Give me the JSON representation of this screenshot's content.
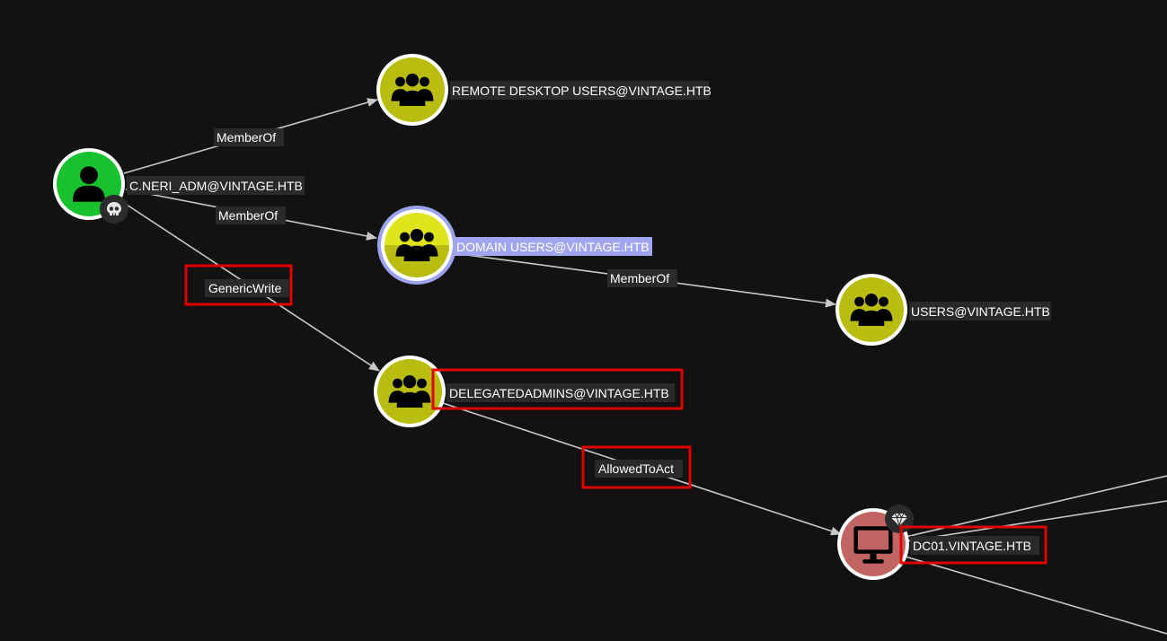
{
  "colors": {
    "background": "#121213",
    "user_node": "#17c22e",
    "group_node": "#b8bd10",
    "group_node_selected": "#dfe51a",
    "computer_node": "#c06464",
    "selected_ring": "#9da2ee",
    "selected_label_bg": "#a0a5f0",
    "label_bg": "#2a2a2c",
    "edge": "#c8c8c8",
    "highlight_box": "#e00000"
  },
  "nodes": {
    "c_neri_adm": {
      "label": "C.NERI_ADM@VINTAGE.HTB",
      "icon": "user-icon",
      "badge_icon": "skull-icon",
      "type": "User"
    },
    "remote_desktop_users": {
      "label": "REMOTE DESKTOP USERS@VINTAGE.HTB",
      "icon": "group-icon",
      "type": "Group"
    },
    "domain_users": {
      "label": "DOMAIN USERS@VINTAGE.HTB",
      "icon": "group-icon",
      "type": "Group",
      "selected": true
    },
    "users": {
      "label": "USERS@VINTAGE.HTB",
      "icon": "group-icon",
      "type": "Group"
    },
    "delegatedadmins": {
      "label": "DELEGATEDADMINS@VINTAGE.HTB",
      "icon": "group-icon",
      "type": "Group"
    },
    "dc01": {
      "label": "DC01.VINTAGE.HTB",
      "icon": "computer-icon",
      "badge_icon": "gem-icon",
      "type": "Computer"
    }
  },
  "edges": {
    "neri_to_rdu": {
      "label": "MemberOf"
    },
    "neri_to_du": {
      "label": "MemberOf"
    },
    "du_to_users": {
      "label": "MemberOf"
    },
    "neri_to_delegated": {
      "label": "GenericWrite"
    },
    "delegated_to_dc01": {
      "label": "AllowedToAct"
    }
  }
}
